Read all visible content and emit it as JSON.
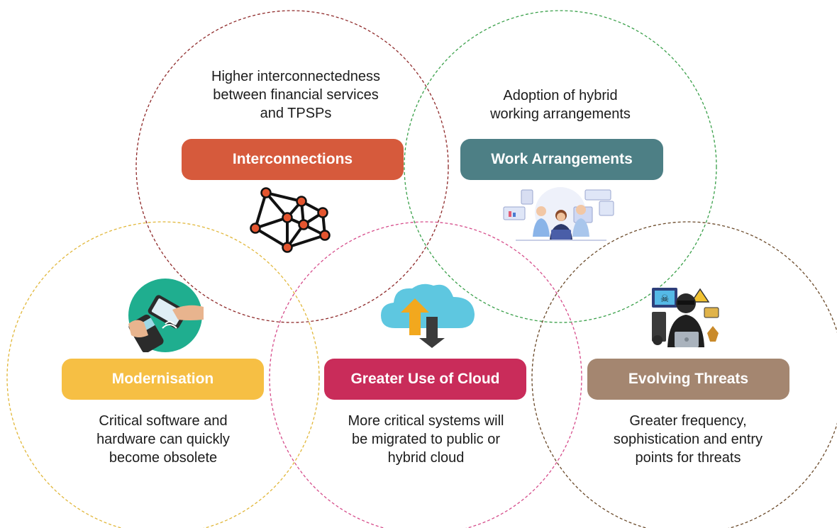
{
  "topics": [
    {
      "id": "interconnections",
      "label": "Interconnections",
      "description": "Higher interconnectedness\nbetween financial services\nand TPSPs",
      "color": "#d65a3c",
      "ring_color": "#8f2a2a",
      "icon": "network-nodes-icon"
    },
    {
      "id": "work-arrangements",
      "label": "Work Arrangements",
      "description": "Adoption of hybrid\nworking arrangements",
      "color": "#4d7f85",
      "ring_color": "#3aa04a",
      "icon": "remote-workers-icon"
    },
    {
      "id": "modernisation",
      "label": "Modernisation",
      "description": "Critical software and\nhardware can quickly\nbecome obsolete",
      "color": "#f6bf44",
      "ring_color": "#e1b73a",
      "icon": "contactless-payment-icon"
    },
    {
      "id": "greater-use-of-cloud",
      "label": "Greater Use of Cloud",
      "description": "More critical systems will\nbe migrated to public or\nhybrid cloud",
      "color": "#c92c5a",
      "ring_color": "#d64d8b",
      "icon": "cloud-transfer-icon"
    },
    {
      "id": "evolving-threats",
      "label": "Evolving Threats",
      "description": "Greater frequency,\nsophistication and entry\npoints for threats",
      "color": "#a48670",
      "ring_color": "#6b4a2a",
      "icon": "hacker-icon"
    }
  ]
}
